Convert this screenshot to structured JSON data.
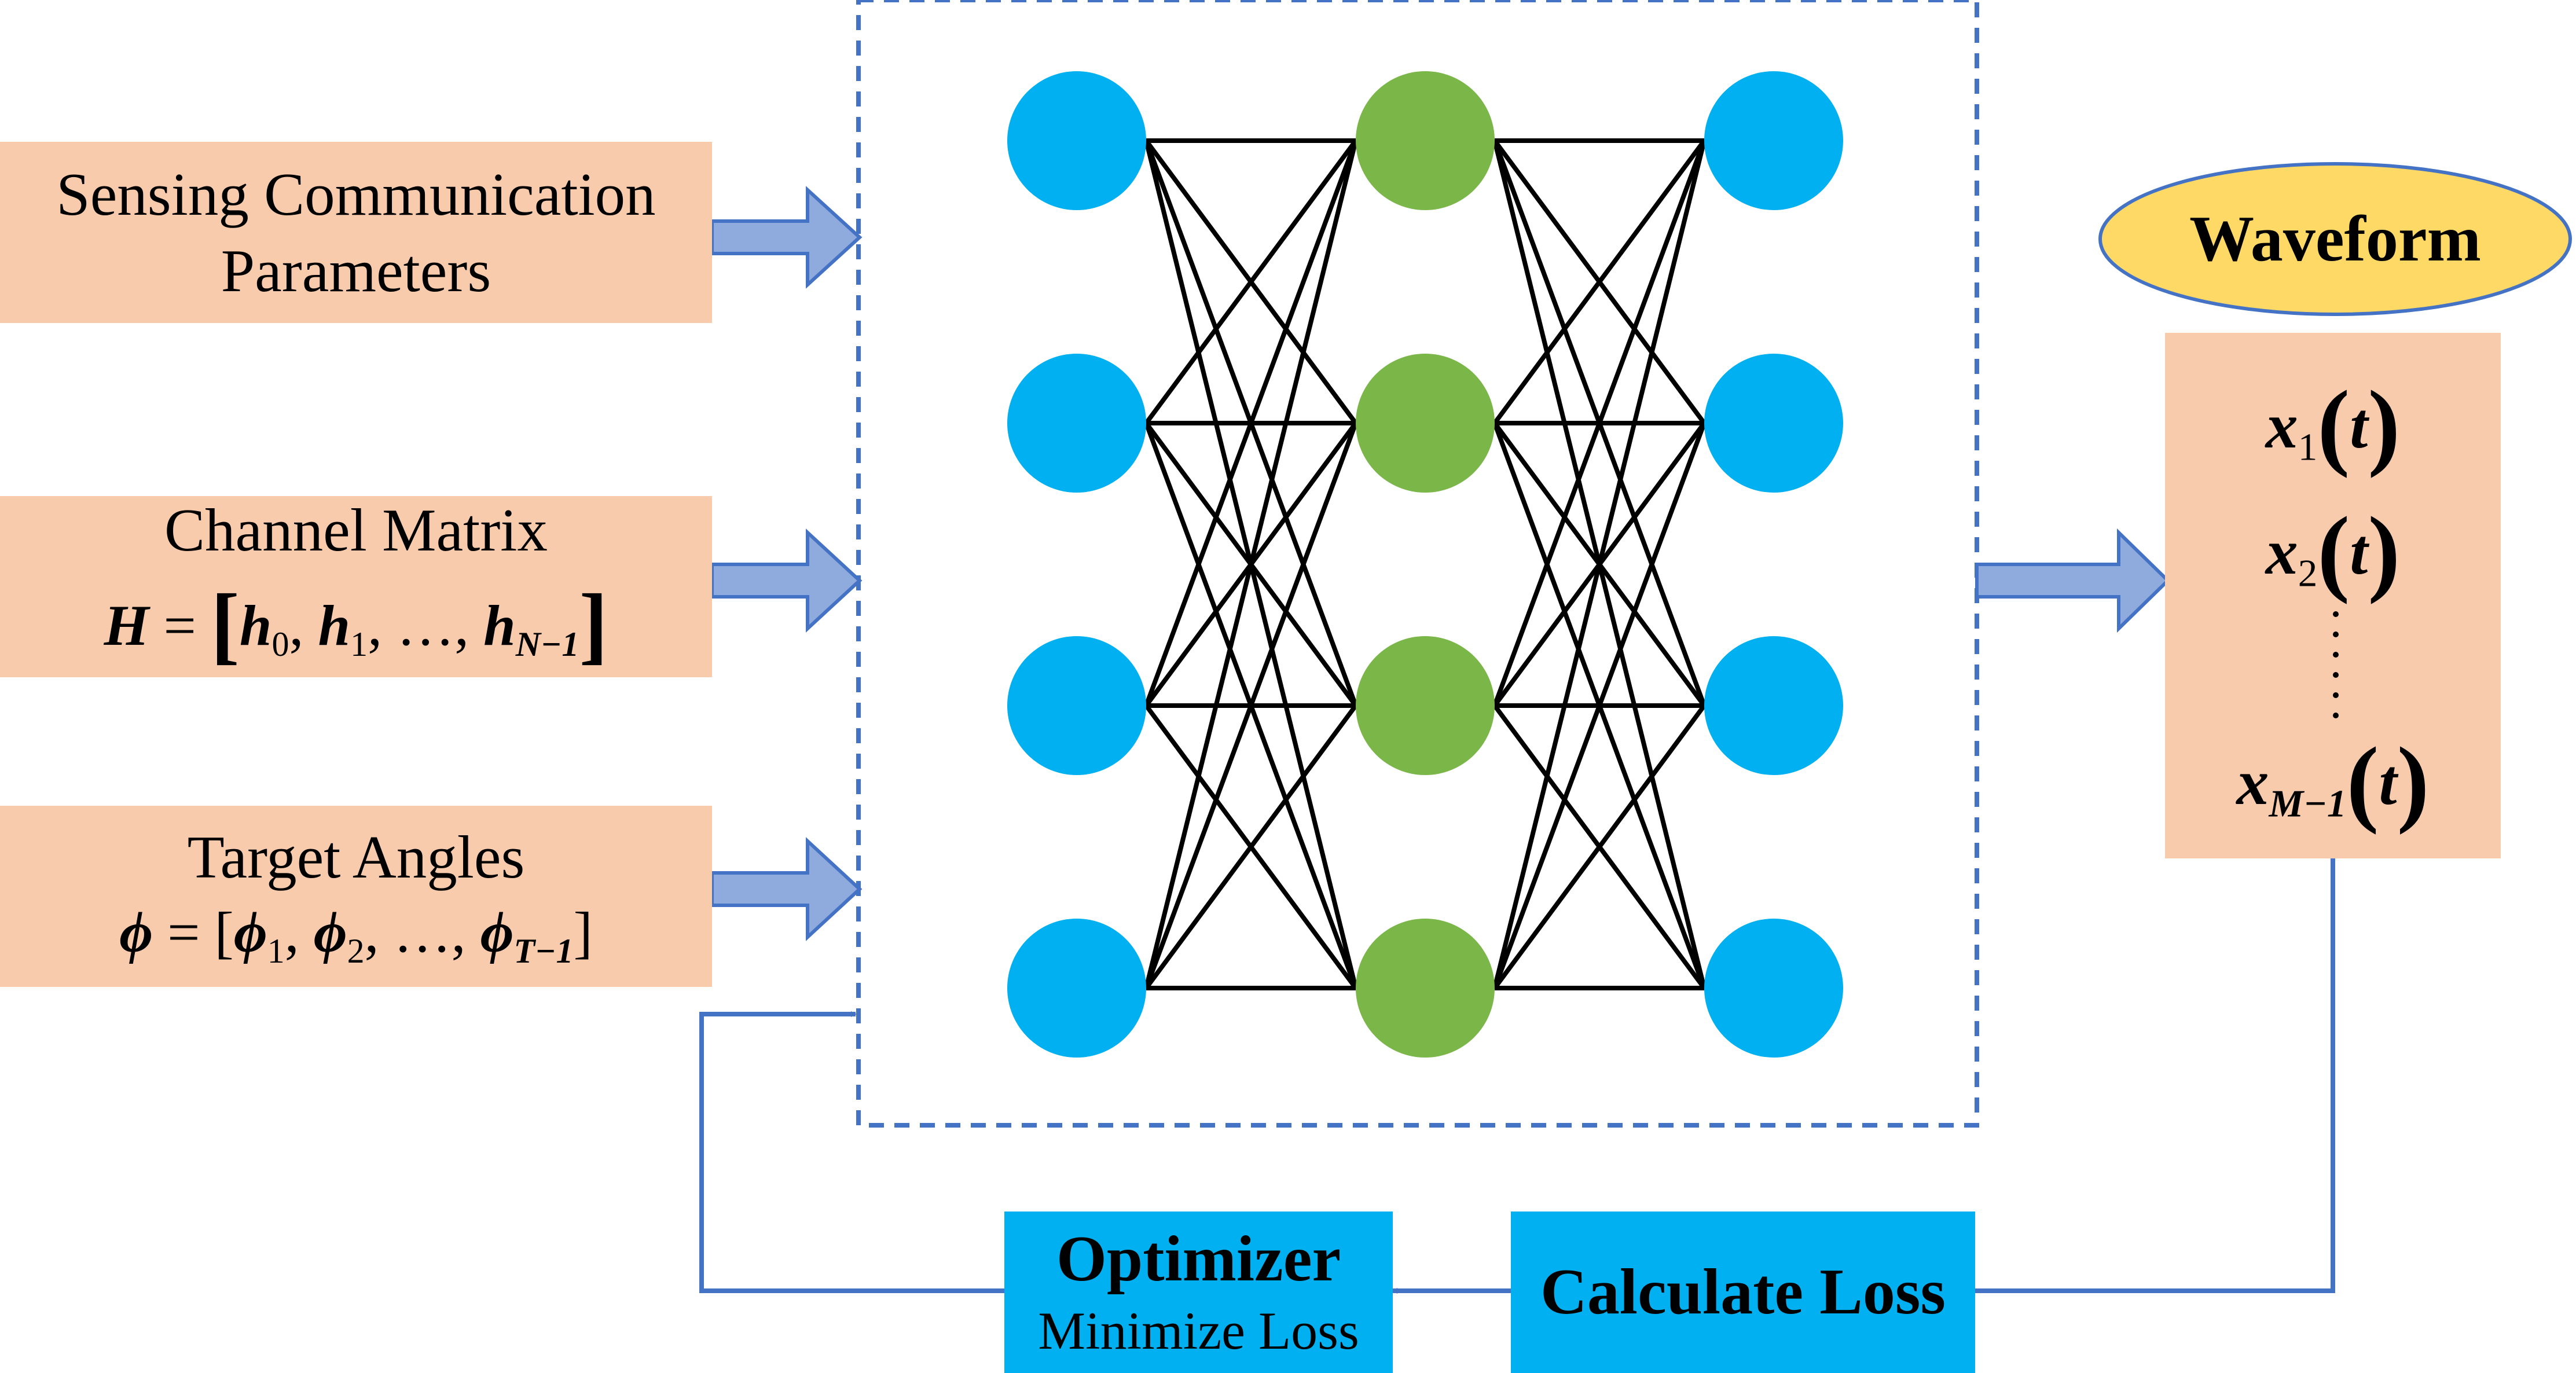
{
  "inputs": {
    "params": {
      "line1": "Sensing Communication",
      "line2": "Parameters"
    },
    "channel": {
      "title": "Channel Matrix",
      "lhs": "H",
      "eq": "=",
      "h": "h",
      "sub0": "0",
      "sub1": "1",
      "dots": "…",
      "subN": "N−1",
      "open": "[",
      "close": "]",
      "comma": ","
    },
    "angles": {
      "title": "Target Angles",
      "lhs": "ϕ",
      "eq": "=",
      "phi": "ϕ",
      "sub1": "1",
      "sub2": "2",
      "dots": "…",
      "subT": "T−1",
      "open": "[",
      "close": "]",
      "comma": ","
    }
  },
  "network": {
    "layers": [
      {
        "nodes": 4,
        "color": "#00b0f0"
      },
      {
        "nodes": 4,
        "color": "#7ab648"
      },
      {
        "nodes": 4,
        "color": "#00b0f0"
      }
    ],
    "frame_color": "#4472c4",
    "edge_color": "#000000"
  },
  "output": {
    "badge": "Waveform",
    "badge_color": "#ffd966",
    "x": "x",
    "t": "t",
    "sub1": "1",
    "sub2": "2",
    "subM": "M−1",
    "open": "(",
    "close": ")"
  },
  "loop": {
    "optimizer_title": "Optimizer",
    "optimizer_sub": "Minimize Loss",
    "calc": "Calculate Loss"
  },
  "colors": {
    "peach": "#f8cbad",
    "cyan": "#00b0f0",
    "arrow_fill": "#8faadc",
    "line": "#4472c4"
  }
}
